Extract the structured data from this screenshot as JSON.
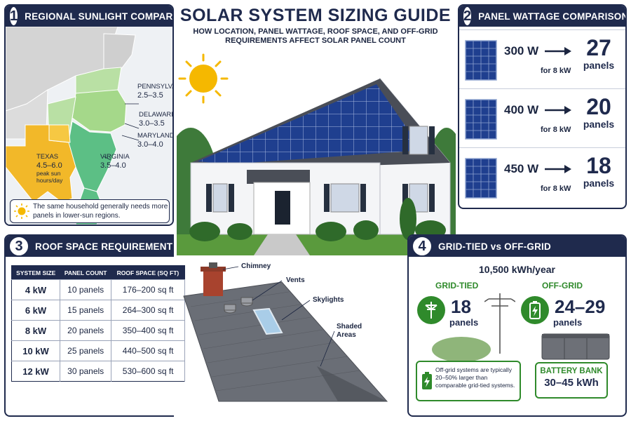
{
  "title": {
    "main": "SOLAR SYSTEM SIZING GUIDE",
    "subtitle": "HOW LOCATION, PANEL WATTAGE, ROOF SPACE, AND OFF-GRID REQUIREMENTS AFFECT SOLAR PANEL COUNT"
  },
  "section1": {
    "number": "1",
    "title": "REGIONAL SUNLIGHT COMPARISON",
    "regions": [
      {
        "state": "PENNSYLVANIA",
        "range": "2.5–3.5"
      },
      {
        "state": "DELAWARE",
        "range": "3.0–3.5"
      },
      {
        "state": "MARYLAND",
        "range": "3.0–4.0"
      },
      {
        "state": "VIRGINIA",
        "range": "3.5–4.0"
      },
      {
        "state": "TEXAS",
        "range": "4.5–6.0",
        "unit": "peak sun hours/day"
      }
    ],
    "note": "The same household generally needs more panels in lower-sun regions.",
    "colors": {
      "texas": "#f2b829",
      "virginia": "#5cbf85",
      "mid_atlantic": "#a5d88a",
      "north": "#b9e0a4",
      "other": "#d4d4d4"
    }
  },
  "section2": {
    "number": "2",
    "title": "PANEL WATTAGE COMPARISON",
    "rows": [
      {
        "wattage": "300 W",
        "for": "for 8 kW",
        "count": "27",
        "unit": "panels"
      },
      {
        "wattage": "400 W",
        "for": "for 8 kW",
        "count": "20",
        "unit": "panels"
      },
      {
        "wattage": "450 W",
        "for": "for 8 kW",
        "count": "18",
        "unit": "panels"
      }
    ]
  },
  "section3": {
    "number": "3",
    "title": "ROOF SPACE REQUIREMENT",
    "columns": [
      "SYSTEM SIZE",
      "PANEL COUNT",
      "ROOF SPACE (SQ FT)"
    ],
    "rows": [
      [
        "4 kW",
        "10 panels",
        "176–200 sq ft"
      ],
      [
        "6 kW",
        "15 panels",
        "264–300 sq ft"
      ],
      [
        "8 kW",
        "20 panels",
        "350–400 sq ft"
      ],
      [
        "10 kW",
        "25 panels",
        "440–500 sq ft"
      ],
      [
        "12 kW",
        "30 panels",
        "530–600 sq ft"
      ]
    ],
    "roof_labels": {
      "chimney": "Chimney",
      "vents": "Vents",
      "skylights": "Skylights",
      "shaded": "Shaded Areas"
    }
  },
  "section4": {
    "number": "4",
    "title": "GRID-TIED vs OFF-GRID",
    "annual": "10,500 kWh/year",
    "grid_tied": {
      "label": "GRID-TIED",
      "count": "18",
      "unit": "panels"
    },
    "off_grid": {
      "label": "OFF-GRID",
      "count": "24–29",
      "unit": "panels"
    },
    "note": "Off-grid systems are typically 20–50% larger than comparable grid-tied systems.",
    "battery": {
      "label": "BATTERY BANK",
      "value": "30–45 kWh"
    }
  },
  "colors": {
    "navy": "#1f2a4d",
    "green": "#2f8a2b",
    "panel_blue": "#1f3f8f",
    "sun": "#f5b800"
  }
}
